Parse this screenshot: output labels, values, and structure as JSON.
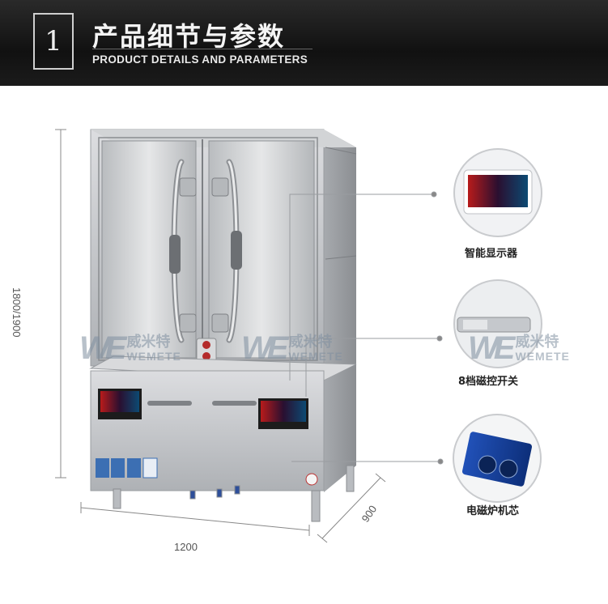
{
  "header": {
    "number": "1",
    "title": "产品细节与参数",
    "subtitle": "PRODUCT DETAILS AND PARAMETERS"
  },
  "dimensions": {
    "height": "1800/1900",
    "width": "1200",
    "depth": "900"
  },
  "features": [
    {
      "label": "智能显示器",
      "icon": "display-panel-icon"
    },
    {
      "label": "8档磁控开关",
      "icon": "magnetic-switch-icon"
    },
    {
      "label": "电磁炉机芯",
      "icon": "induction-core-icon"
    }
  ],
  "watermark": {
    "logo": "WE",
    "chinese": "威米特",
    "english": "WEMETE"
  },
  "colors": {
    "banner": "#1a1a1a",
    "steel": "#c9cbcd",
    "accent": "#1b4fb0"
  }
}
